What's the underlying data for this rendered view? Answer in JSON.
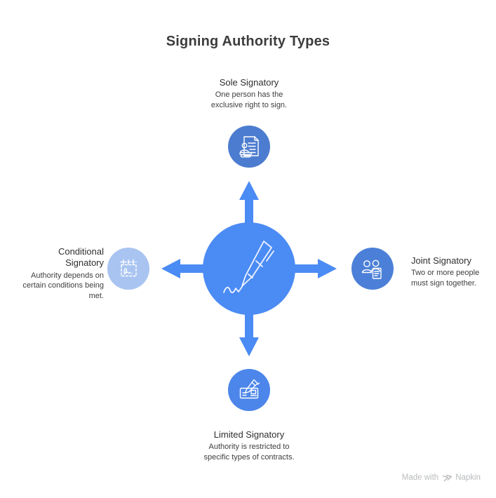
{
  "title": "Signing Authority Types",
  "center": {
    "icon": "pen-writing-icon"
  },
  "nodes": [
    {
      "position": "top",
      "label": "Sole Signatory",
      "description": "One person has the exclusive right to sign.",
      "icon": "person-document-icon",
      "circle_color": "#4C7CCF"
    },
    {
      "position": "right",
      "label": "Joint Signatory",
      "description": "Two or more people must sign together.",
      "icon": "people-document-icon",
      "circle_color": "#4C80D8"
    },
    {
      "position": "bottom",
      "label": "Limited Signatory",
      "description": "Authority is restricted to specific types of contracts.",
      "icon": "pen-signing-check-icon",
      "circle_color": "#4C86EA"
    },
    {
      "position": "left",
      "label": "Conditional Signatory",
      "description": "Authority depends on certain conditions being met.",
      "icon": "signature-field-icon",
      "circle_color": "#A9C4F1"
    }
  ],
  "watermark": {
    "prefix": "Made with",
    "brand": "Napkin",
    "logo_icon": "napkin-logo-icon"
  },
  "colors": {
    "canvas_bg": "#FFFFFF",
    "center_blue": "#4B8BF4",
    "circle_top": "#4C7CCF",
    "circle_right": "#4C80D8",
    "circle_bottom": "#4C86EA",
    "circle_left": "#A9C4F1",
    "title_color": "#3C3C3C",
    "heading_color": "#2F2F2F",
    "body_color": "#3E3E3E",
    "watermark_gray": "#B8BABD"
  }
}
